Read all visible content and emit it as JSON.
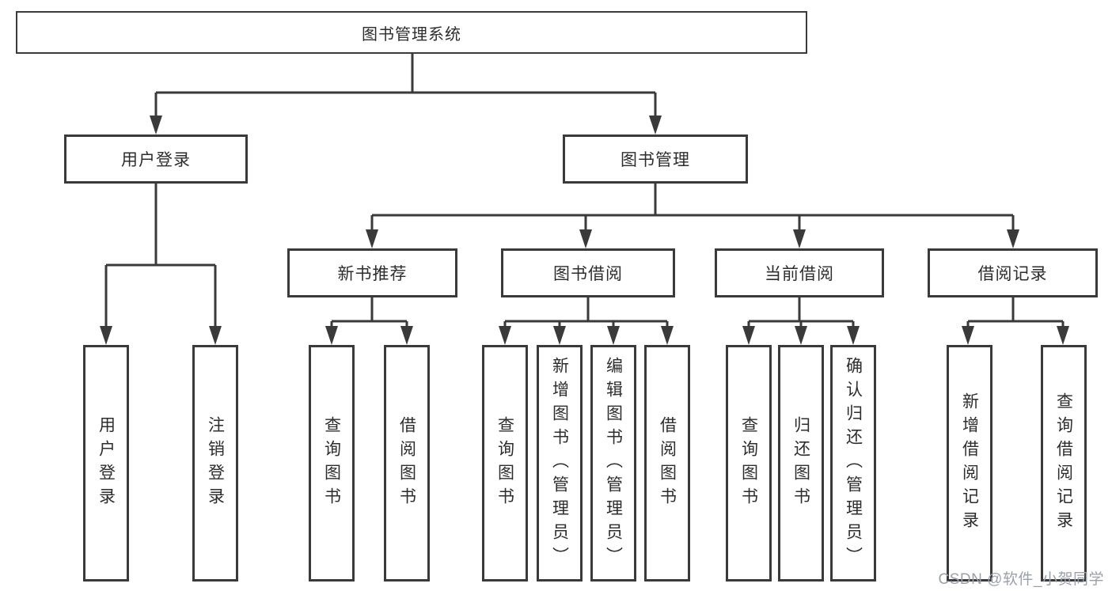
{
  "tree": {
    "label": "图书管理系统",
    "children": [
      {
        "label": "用户登录",
        "children": [
          {
            "label": "用户登录"
          },
          {
            "label": "注销登录"
          }
        ]
      },
      {
        "label": "图书管理",
        "children": [
          {
            "label": "新书推荐",
            "children": [
              {
                "label": "查询图书"
              },
              {
                "label": "借阅图书"
              }
            ]
          },
          {
            "label": "图书借阅",
            "children": [
              {
                "label": "查询图书"
              },
              {
                "label": "新增图书（管理员）"
              },
              {
                "label": "编辑图书（管理员）"
              },
              {
                "label": "借阅图书"
              }
            ]
          },
          {
            "label": "当前借阅",
            "children": [
              {
                "label": "查询图书"
              },
              {
                "label": "归还图书"
              },
              {
                "label": "确认归还（管理员）"
              }
            ]
          },
          {
            "label": "借阅记录",
            "children": [
              {
                "label": "新增借阅记录"
              },
              {
                "label": "查询借阅记录"
              }
            ]
          }
        ]
      }
    ]
  },
  "watermark": {
    "text": "CSDN @软件_小贺同学"
  },
  "colors": {
    "line": "#3a3a3a",
    "text": "#2d2d2d",
    "box_fill": "#ffffff",
    "background": "#ffffff",
    "watermark": "#9aa1ad"
  }
}
